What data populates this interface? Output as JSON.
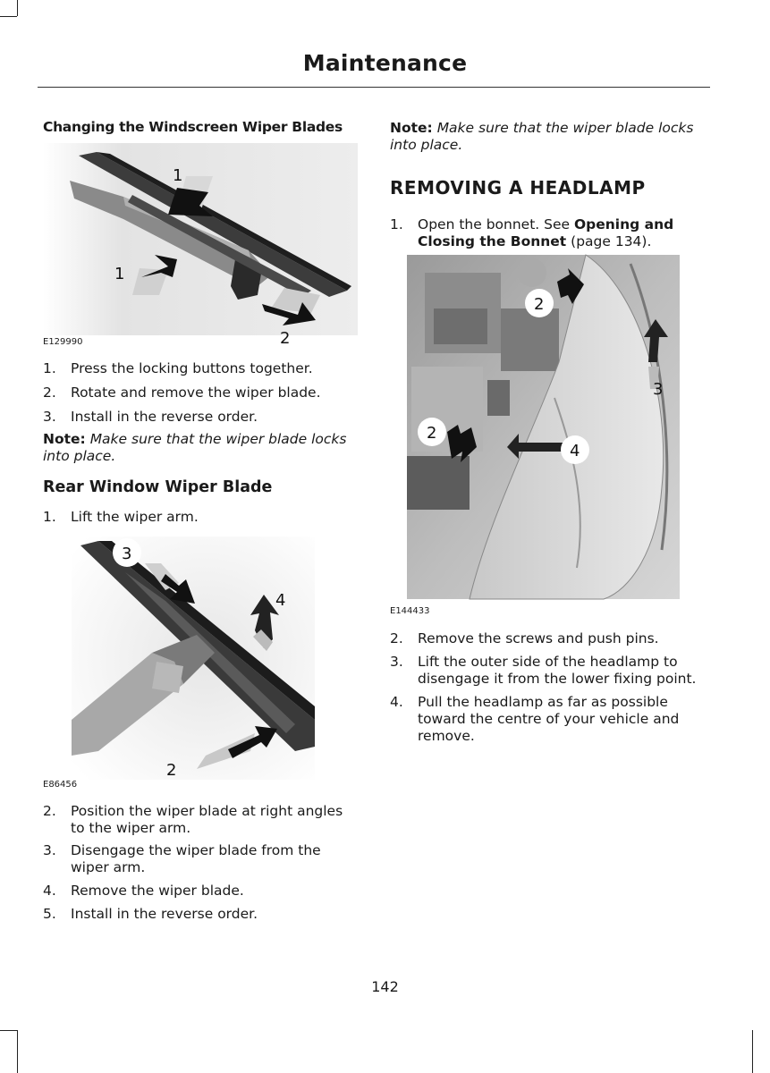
{
  "header": {
    "title": "Maintenance"
  },
  "left": {
    "heading1": "Changing the Windscreen Wiper Blades",
    "fig1": {
      "code": "E129990",
      "callouts": [
        "1",
        "1",
        "2"
      ]
    },
    "steps1": [
      {
        "num": "1.",
        "text": "Press the locking buttons together."
      },
      {
        "num": "2.",
        "text": "Rotate and remove the wiper blade."
      },
      {
        "num": "3.",
        "text": "Install in the reverse order."
      }
    ],
    "note1": {
      "label": "Note:",
      "text": "Make sure that the wiper blade locks into place."
    },
    "heading2": "Rear Window Wiper Blade",
    "steps2": [
      {
        "num": "1.",
        "text": "Lift the wiper arm."
      }
    ],
    "fig2": {
      "code": "E86456",
      "callouts": [
        "3",
        "4",
        "2"
      ]
    },
    "steps3": [
      {
        "num": "2.",
        "text": "Position the wiper blade at right angles to the wiper arm."
      },
      {
        "num": "3.",
        "text": "Disengage the wiper blade from the wiper arm."
      },
      {
        "num": "4.",
        "text": "Remove the wiper blade."
      },
      {
        "num": "5.",
        "text": "Install in the reverse order."
      }
    ]
  },
  "right": {
    "note1": {
      "label": "Note:",
      "text": "Make sure that the wiper blade locks into place."
    },
    "heading": "REMOVING A HEADLAMP",
    "step1": {
      "num": "1.",
      "pre": "Open the bonnet.  See ",
      "link": "Opening and Closing the Bonnet",
      "post": " (page 134)."
    },
    "fig3": {
      "code": "E144433",
      "callouts": [
        "2",
        "3",
        "2",
        "4"
      ]
    },
    "steps": [
      {
        "num": "2.",
        "text": "Remove the screws and push pins."
      },
      {
        "num": "3.",
        "text": "Lift the outer side of the headlamp to disengage it from the lower fixing point."
      },
      {
        "num": "4.",
        "text": "Pull the headlamp as far as possible toward the centre of your vehicle and remove."
      }
    ]
  },
  "footer": {
    "page_number": "142"
  }
}
